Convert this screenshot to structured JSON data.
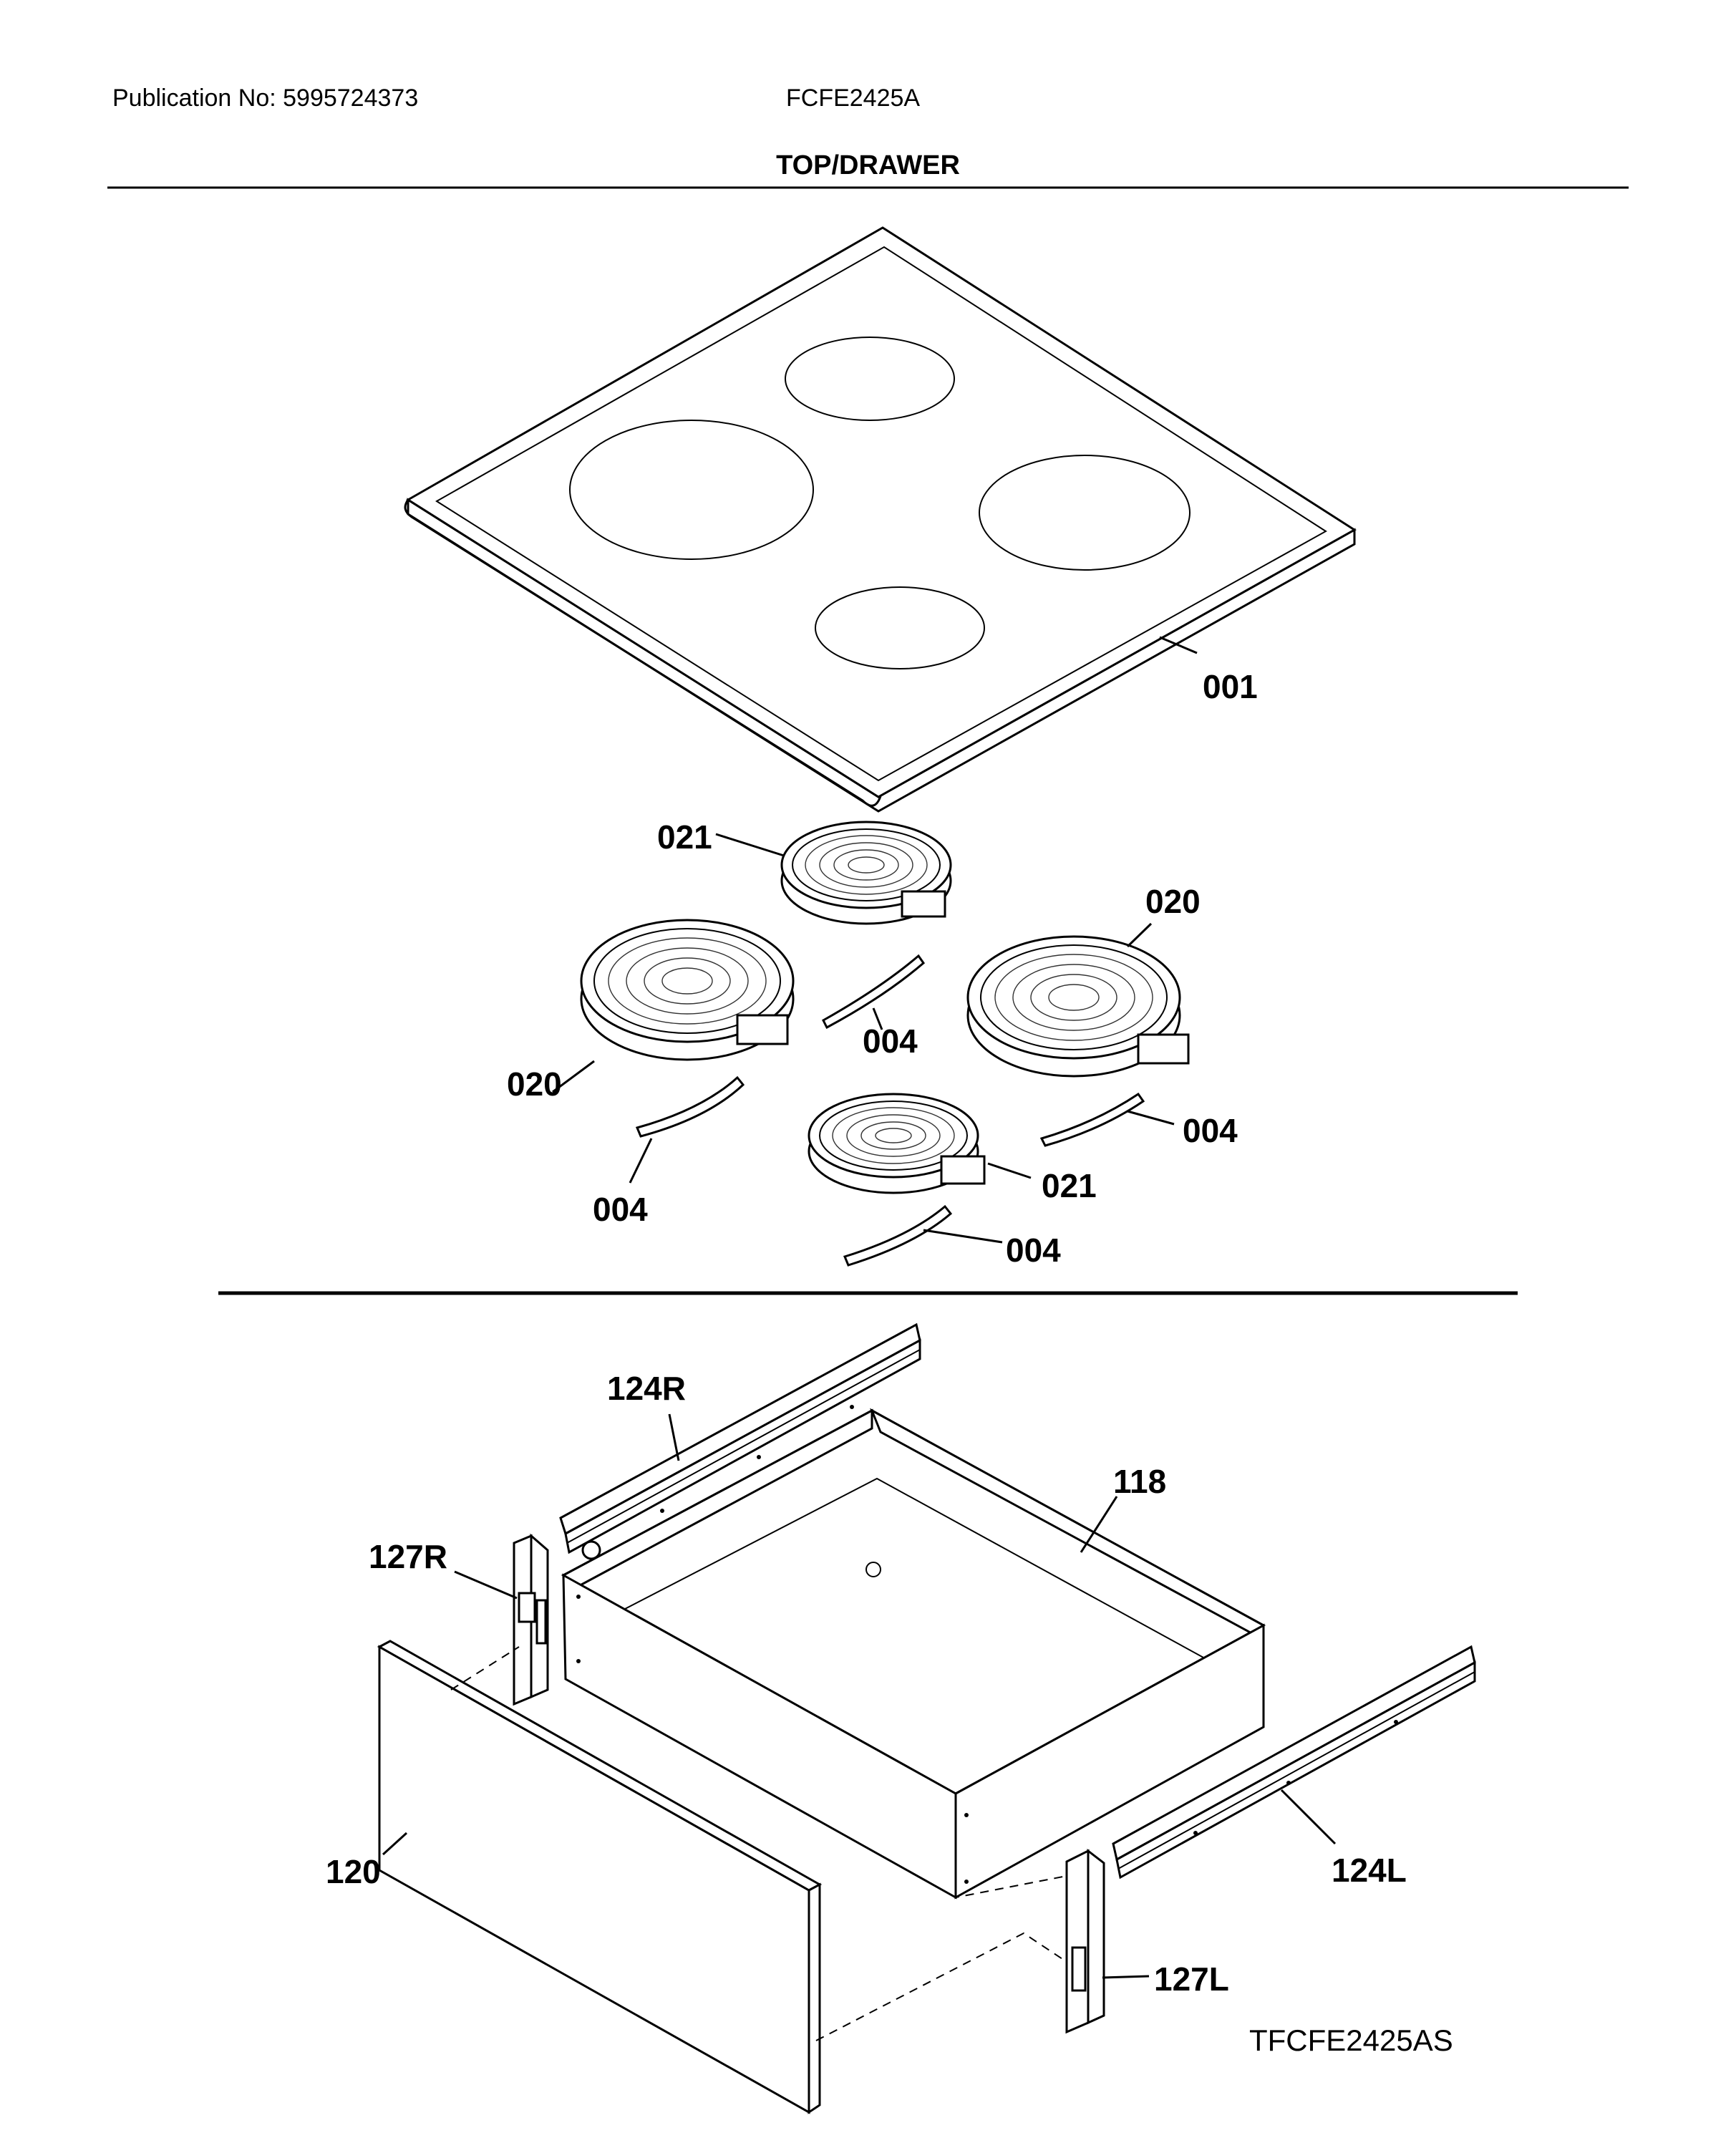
{
  "header": {
    "publication": "Publication No: 5995724373",
    "model": "FCFE2425A",
    "title": "TOP/DRAWER"
  },
  "callouts": {
    "cooktop": "001",
    "element_small_rear": "021",
    "element_large_left": "020",
    "element_large_right": "020",
    "element_small_front": "021",
    "strap_rear_center": "004",
    "strap_left": "004",
    "strap_right": "004",
    "strap_front": "004",
    "drawer_body": "118",
    "drawer_front": "120",
    "rail_right": "124R",
    "rail_left": "124L",
    "bracket_right": "127R",
    "bracket_left": "127L"
  },
  "footer": {
    "diagram_code": "TFCFE2425AS"
  }
}
